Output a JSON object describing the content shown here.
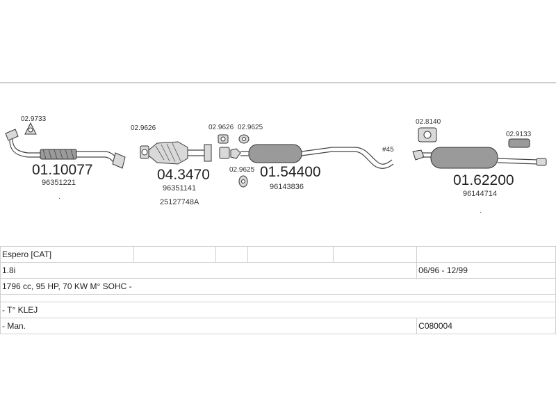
{
  "parts": {
    "gasket_a": "02.9733",
    "front_pipe": "01.10077",
    "front_pipe_oem": "96351221",
    "clamp_cat_in": "02.9626",
    "catalyst": "04.3470",
    "catalyst_oem_1": "96351141",
    "catalyst_oem_2": "25127748A",
    "clamp_cat_out": "02.9626",
    "gasket_b": "02.9625",
    "gasket_c": "02.9625",
    "mid_silencer": "01.54400",
    "mid_silencer_oem": "96143836",
    "pipe_marker": "#45",
    "hanger": "02.8140",
    "rear_silencer": "01.62200",
    "rear_silencer_oem": "96144714",
    "rubber_mount": "02.9133"
  },
  "table": {
    "model": "Espero  [CAT]",
    "engine": "1.8i",
    "production_period": "06/96 - 12/99",
    "engine_details": "1796 cc, 95 HP, 70 KW M° SOHC -",
    "fitting_note": "- T° KLEJ",
    "transmission": "- Man.",
    "kit_code": "C080004"
  }
}
